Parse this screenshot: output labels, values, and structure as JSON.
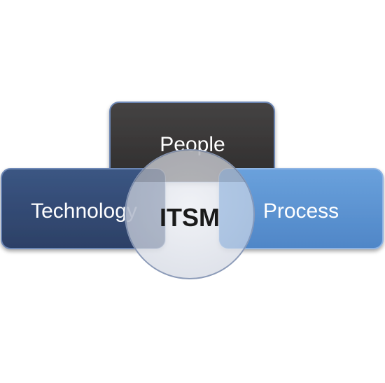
{
  "diagram": {
    "center_label": "ITSM",
    "boxes": {
      "people": {
        "label": "People",
        "color": "#3a3838"
      },
      "technology": {
        "label": "Technology",
        "color": "#344a72"
      },
      "process": {
        "label": "Process",
        "color": "#5b93d3"
      }
    },
    "center_color": "#e5e8ee"
  }
}
